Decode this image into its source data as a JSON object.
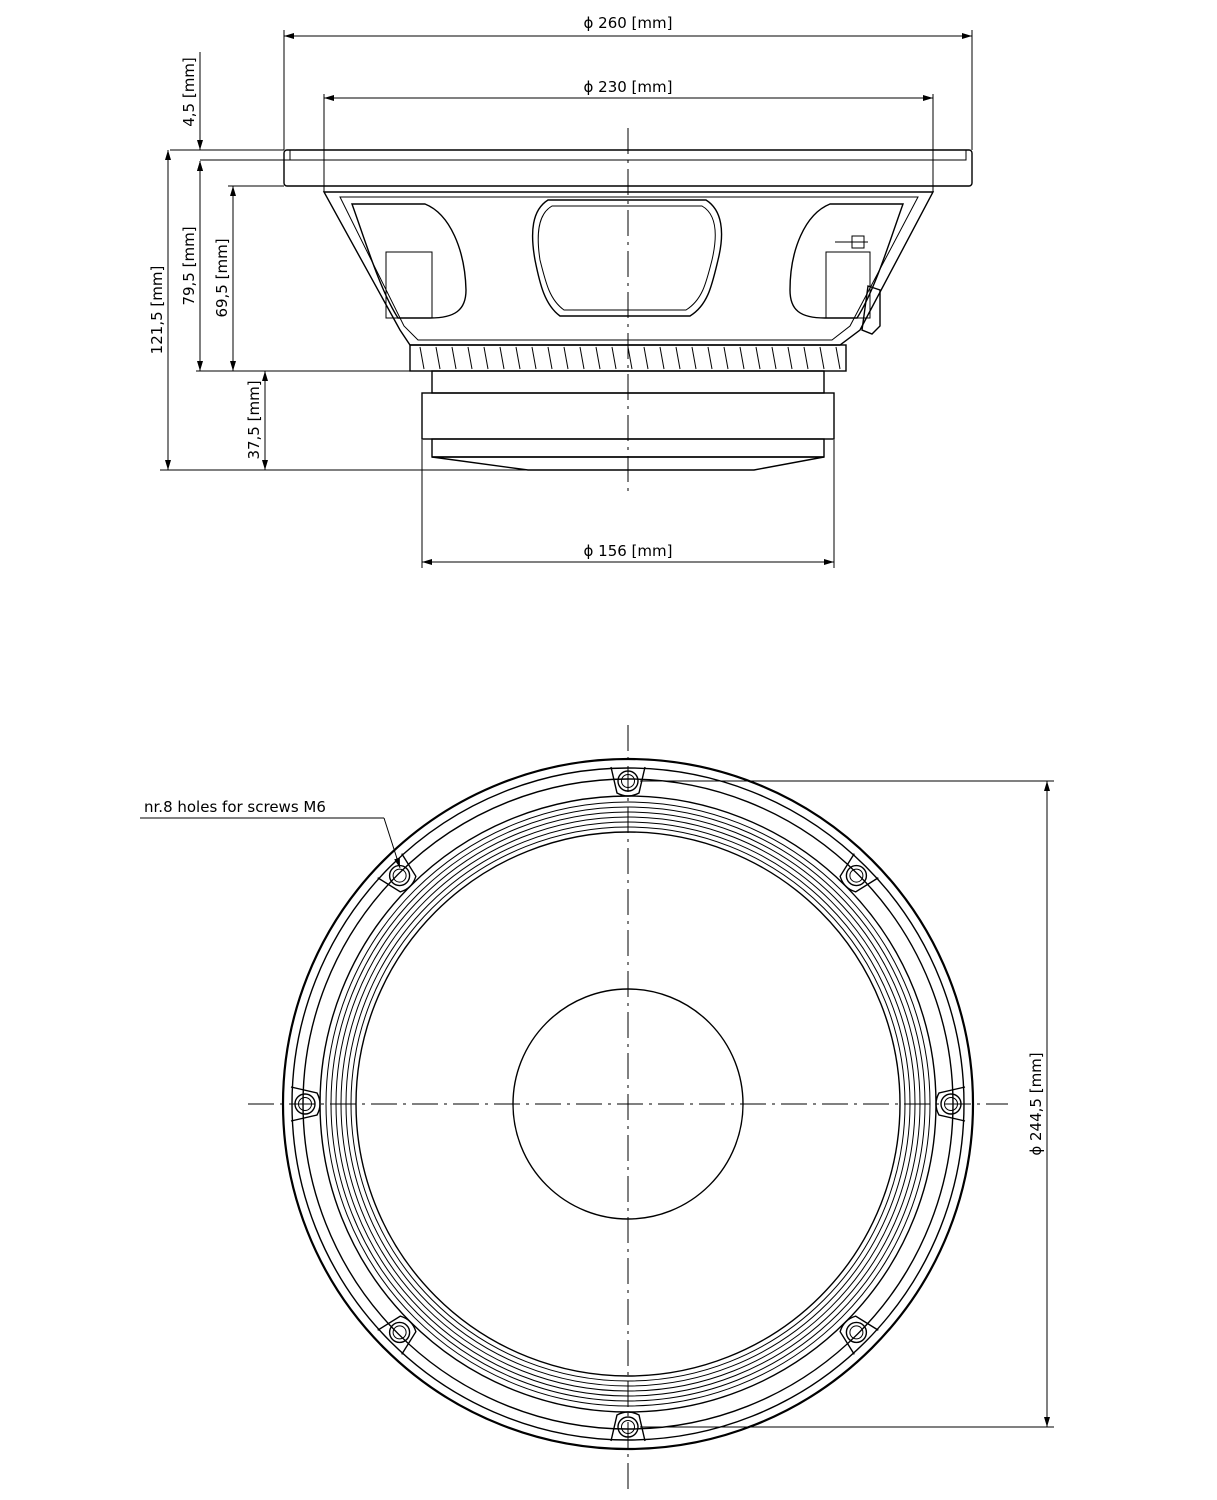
{
  "colors": {
    "line": "#000000",
    "background": "#ffffff"
  },
  "side_view": {
    "dims": {
      "outer_diameter": "ϕ 260 [mm]",
      "baffle_diameter": "ϕ 230 [mm]",
      "magnet_diameter": "ϕ 156 [mm]",
      "flange_thickness": "4,5 [mm]",
      "total_depth": "121,5 [mm]",
      "frame_depth": "79,5 [mm]",
      "basket_depth": "69,5 [mm]",
      "magnet_depth": "37,5 [mm]"
    }
  },
  "front_view": {
    "holes_label": "nr.8 holes for screws M6",
    "cutout_diameter": "ϕ 244,5 [mm]",
    "hole_count": 8
  }
}
